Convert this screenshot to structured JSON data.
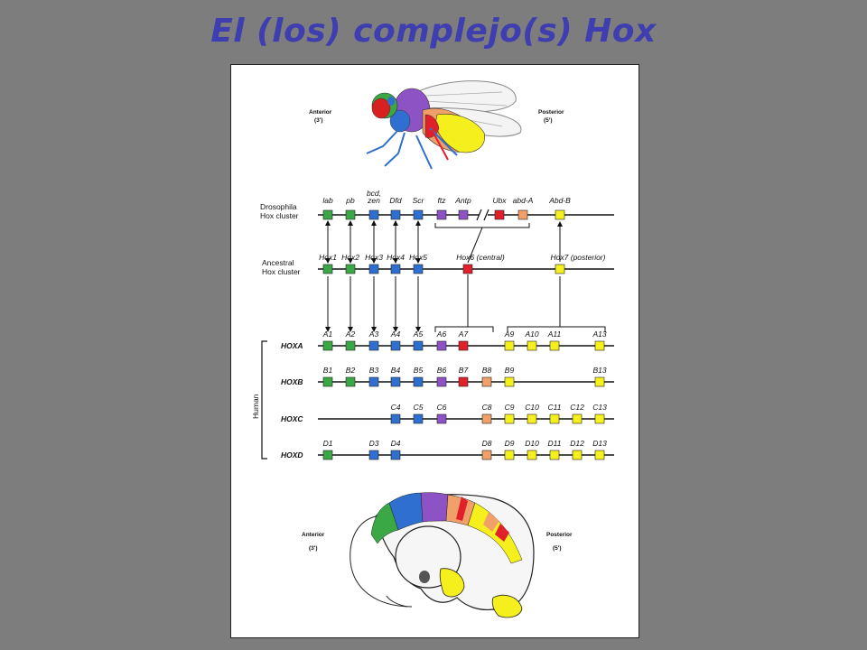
{
  "title": "El (los) complejo(s) Hox",
  "colors": {
    "title": "#3e3eb0",
    "background": "#7d7d7d",
    "green": "#3aa845",
    "blue": "#2f6fd0",
    "purple": "#8d52c4",
    "red": "#e0202b",
    "salmon": "#f0a068",
    "yellow": "#f6ef1e"
  },
  "fly": {
    "anterior": "Anterior",
    "anterior_sub": "(3')",
    "posterior": "Posterior",
    "posterior_sub": "(5')"
  },
  "embryo": {
    "anterior": "Anterior",
    "anterior_sub": "(3')",
    "posterior": "Posterior",
    "posterior_sub": "(5')"
  },
  "rows": {
    "drosophila": "Drosophila\nHox cluster",
    "ancestral": "Ancestral\nHox cluster",
    "human": "Human",
    "hoxa": "HOXA",
    "hoxb": "HOXB",
    "hoxc": "HOXC",
    "hoxd": "HOXD"
  },
  "drosophila_genes": [
    {
      "name": "lab",
      "color": "green"
    },
    {
      "name": "pb",
      "color": "green"
    },
    {
      "name": "bcd,\nzen",
      "color": "blue"
    },
    {
      "name": "Dfd",
      "color": "blue"
    },
    {
      "name": "Scr",
      "color": "blue"
    },
    {
      "name": "ftz",
      "color": "purple"
    },
    {
      "name": "Antp",
      "color": "purple"
    },
    {
      "name": "Ubx",
      "color": "red"
    },
    {
      "name": "abd-A",
      "color": "salmon"
    },
    {
      "name": "Abd-B",
      "color": "yellow"
    }
  ],
  "ancestral_genes": [
    {
      "name": "Hox1",
      "color": "green"
    },
    {
      "name": "Hox2",
      "color": "green"
    },
    {
      "name": "Hox3",
      "color": "blue"
    },
    {
      "name": "Hox4",
      "color": "blue"
    },
    {
      "name": "Hox5",
      "color": "blue"
    },
    {
      "name": "Hox6 (central)",
      "color": "red"
    },
    {
      "name": "Hox7 (posterior)",
      "color": "yellow"
    }
  ],
  "hoxa": [
    {
      "name": "A1",
      "color": "green"
    },
    {
      "name": "A2",
      "color": "green"
    },
    {
      "name": "A3",
      "color": "blue"
    },
    {
      "name": "A4",
      "color": "blue"
    },
    {
      "name": "A5",
      "color": "blue"
    },
    {
      "name": "A6",
      "color": "purple"
    },
    {
      "name": "A7",
      "color": "red"
    },
    {
      "name": "A9",
      "color": "yellow"
    },
    {
      "name": "A10",
      "color": "yellow"
    },
    {
      "name": "A11",
      "color": "yellow"
    },
    {
      "name": "A13",
      "color": "yellow"
    }
  ],
  "hoxb": [
    {
      "name": "B1",
      "color": "green"
    },
    {
      "name": "B2",
      "color": "green"
    },
    {
      "name": "B3",
      "color": "blue"
    },
    {
      "name": "B4",
      "color": "blue"
    },
    {
      "name": "B5",
      "color": "blue"
    },
    {
      "name": "B6",
      "color": "purple"
    },
    {
      "name": "B7",
      "color": "red"
    },
    {
      "name": "B8",
      "color": "salmon"
    },
    {
      "name": "B9",
      "color": "yellow"
    },
    {
      "name": "B13",
      "color": "yellow"
    }
  ],
  "hoxc": [
    {
      "name": "C4",
      "color": "blue"
    },
    {
      "name": "C5",
      "color": "blue"
    },
    {
      "name": "C6",
      "color": "purple"
    },
    {
      "name": "C8",
      "color": "salmon"
    },
    {
      "name": "C9",
      "color": "yellow"
    },
    {
      "name": "C10",
      "color": "yellow"
    },
    {
      "name": "C11",
      "color": "yellow"
    },
    {
      "name": "C12",
      "color": "yellow"
    },
    {
      "name": "C13",
      "color": "yellow"
    }
  ],
  "hoxd": [
    {
      "name": "D1",
      "color": "green"
    },
    {
      "name": "D3",
      "color": "blue"
    },
    {
      "name": "D4",
      "color": "blue"
    },
    {
      "name": "D8",
      "color": "salmon"
    },
    {
      "name": "D9",
      "color": "yellow"
    },
    {
      "name": "D10",
      "color": "yellow"
    },
    {
      "name": "D11",
      "color": "yellow"
    },
    {
      "name": "D12",
      "color": "yellow"
    },
    {
      "name": "D13",
      "color": "yellow"
    }
  ]
}
